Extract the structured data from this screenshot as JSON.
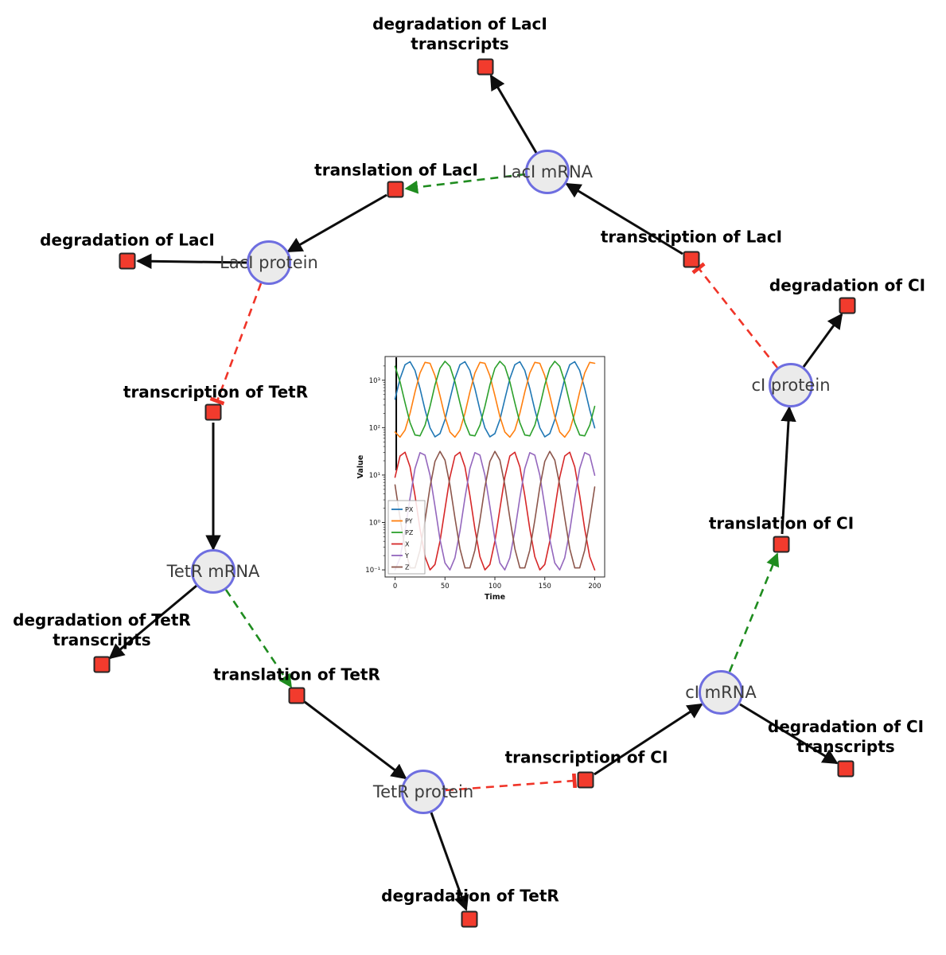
{
  "diagram": {
    "species": [
      {
        "label": "LacI mRNA"
      },
      {
        "label": "LacI protein"
      },
      {
        "label": "TetR mRNA"
      },
      {
        "label": "TetR protein"
      },
      {
        "label": "cI mRNA"
      },
      {
        "label": "cI protein"
      }
    ],
    "reactions": [
      {
        "label": "degradation of LacI transcripts"
      },
      {
        "label": "translation of LacI"
      },
      {
        "label": "transcription of LacI"
      },
      {
        "label": "degradation of LacI"
      },
      {
        "label": "transcription of TetR"
      },
      {
        "label": "degradation of CI"
      },
      {
        "label": "translation of CI"
      },
      {
        "label": "degradation of TetR transcripts"
      },
      {
        "label": "translation of TetR"
      },
      {
        "label": "transcription of CI"
      },
      {
        "label": "degradation of CI transcripts"
      },
      {
        "label": "degradation of TetR"
      }
    ],
    "edges": [
      {
        "from": "LacI mRNA",
        "to": "degradation of LacI transcripts",
        "type": "consumption"
      },
      {
        "from": "translation of LacI",
        "to": "LacI protein",
        "type": "production"
      },
      {
        "from": "transcription of LacI",
        "to": "LacI mRNA",
        "type": "production"
      },
      {
        "from": "LacI protein",
        "to": "degradation of LacI",
        "type": "consumption"
      },
      {
        "from": "transcription of TetR",
        "to": "TetR mRNA",
        "type": "production"
      },
      {
        "from": "TetR mRNA",
        "to": "degradation of TetR transcripts",
        "type": "consumption"
      },
      {
        "from": "translation of TetR",
        "to": "TetR protein",
        "type": "production"
      },
      {
        "from": "TetR protein",
        "to": "degradation of TetR",
        "type": "consumption"
      },
      {
        "from": "transcription of CI",
        "to": "cI mRNA",
        "type": "production"
      },
      {
        "from": "cI mRNA",
        "to": "degradation of CI transcripts",
        "type": "consumption"
      },
      {
        "from": "translation of CI",
        "to": "cI protein",
        "type": "production"
      },
      {
        "from": "cI protein",
        "to": "degradation of CI",
        "type": "consumption"
      },
      {
        "from": "LacI mRNA",
        "to": "translation of LacI",
        "type": "modifier"
      },
      {
        "from": "TetR mRNA",
        "to": "translation of TetR",
        "type": "modifier"
      },
      {
        "from": "cI mRNA",
        "to": "translation of CI",
        "type": "modifier"
      },
      {
        "from": "LacI protein",
        "to": "transcription of TetR",
        "type": "inhibition"
      },
      {
        "from": "TetR protein",
        "to": "transcription of CI",
        "type": "inhibition"
      },
      {
        "from": "cI protein",
        "to": "transcription of LacI",
        "type": "inhibition"
      }
    ],
    "node_colors": {
      "species_fill": "#ebebeb",
      "species_border": "#6e6ee0",
      "reaction_fill": "#f23b2d",
      "inhibition": "#f03428",
      "modifier": "#1f8c1f",
      "flow": "#0d0d0d"
    }
  },
  "chart_data": {
    "type": "line",
    "title": "",
    "xlabel": "Time",
    "ylabel": "Value",
    "y_scale": "log",
    "xlim": [
      0,
      200
    ],
    "ylim_log10": [
      -1.15,
      3.5
    ],
    "x_ticks": [
      0,
      50,
      100,
      150,
      200
    ],
    "y_ticks": [
      "10⁻¹",
      "10⁰",
      "10¹",
      "10²",
      "10³"
    ],
    "legend_position": "lower left",
    "grid": false,
    "x": [
      0,
      5,
      10,
      15,
      20,
      25,
      30,
      35,
      40,
      45,
      50,
      55,
      60,
      65,
      70,
      75,
      80,
      85,
      90,
      95,
      100,
      105,
      110,
      115,
      120,
      125,
      130,
      135,
      140,
      145,
      150,
      155,
      160,
      165,
      170,
      175,
      180,
      185,
      190,
      195,
      200
    ],
    "series": [
      {
        "name": "PX",
        "color": "#1f77b4",
        "values": [
          398,
          1077,
          2126,
          2464,
          1605,
          669,
          237,
          99,
          64,
          75,
          147,
          398,
          1077,
          2126,
          2464,
          1605,
          669,
          237,
          99,
          64,
          75,
          147,
          398,
          1077,
          2126,
          2464,
          1605,
          669,
          237,
          99,
          64,
          75,
          147,
          398,
          1077,
          2126,
          2464,
          1605,
          669,
          237,
          99
        ]
      },
      {
        "name": "PY",
        "color": "#ff7f0e",
        "values": [
          81,
          63,
          89,
          201,
          564,
          1420,
          2384,
          2274,
          1244,
          474,
          171,
          81,
          63,
          89,
          201,
          564,
          1420,
          2384,
          2274,
          1244,
          474,
          171,
          81,
          63,
          89,
          201,
          564,
          1420,
          2384,
          2274,
          1244,
          474,
          171,
          81,
          63,
          89,
          201,
          564,
          1420,
          2384,
          2274
        ]
      },
      {
        "name": "PZ",
        "color": "#2ca02c",
        "values": [
          1962,
          928,
          334,
          127,
          70,
          67,
          112,
          281,
          790,
          1786,
          2507,
          1962,
          928,
          334,
          127,
          70,
          67,
          112,
          281,
          790,
          1786,
          2507,
          1962,
          928,
          334,
          127,
          70,
          67,
          112,
          281,
          790,
          1786,
          2507,
          1962,
          928,
          334,
          127,
          70,
          67,
          112,
          281
        ]
      },
      {
        "name": "X",
        "color": "#d62728",
        "values": [
          9.0,
          25.2,
          30.3,
          14.9,
          3.7,
          0.73,
          0.19,
          0.1,
          0.13,
          0.4,
          1.93,
          9.0,
          25.2,
          30.3,
          14.9,
          3.7,
          0.73,
          0.19,
          0.1,
          0.13,
          0.4,
          1.93,
          9.0,
          25.2,
          30.3,
          14.9,
          3.7,
          0.73,
          0.19,
          0.1,
          0.13,
          0.4,
          1.93,
          9.0,
          25.2,
          30.3,
          14.9,
          3.7,
          0.73,
          0.19,
          0.1
        ]
      },
      {
        "name": "Y",
        "color": "#9467bd",
        "values": [
          0.1,
          0.18,
          0.66,
          3.3,
          13.7,
          29.7,
          26.3,
          9.9,
          2.2,
          0.44,
          0.14,
          0.1,
          0.18,
          0.66,
          3.3,
          13.7,
          29.7,
          26.3,
          9.9,
          2.2,
          0.44,
          0.14,
          0.1,
          0.18,
          0.66,
          3.3,
          13.7,
          29.7,
          26.3,
          9.9,
          2.2,
          0.44,
          0.14,
          0.1,
          0.18,
          0.66,
          3.3,
          13.7,
          29.7,
          26.3,
          9.9
        ]
      },
      {
        "name": "Z",
        "color": "#8c564b",
        "values": [
          6.2,
          1.25,
          0.28,
          0.11,
          0.11,
          0.26,
          1.12,
          5.6,
          19.4,
          31.6,
          20.6,
          6.2,
          1.25,
          0.28,
          0.11,
          0.11,
          0.26,
          1.12,
          5.6,
          19.4,
          31.6,
          20.6,
          6.2,
          1.25,
          0.28,
          0.11,
          0.11,
          0.26,
          1.12,
          5.6,
          19.4,
          31.6,
          20.6,
          6.2,
          1.25,
          0.28,
          0.11,
          0.11,
          0.26,
          1.12,
          5.6
        ]
      }
    ]
  }
}
